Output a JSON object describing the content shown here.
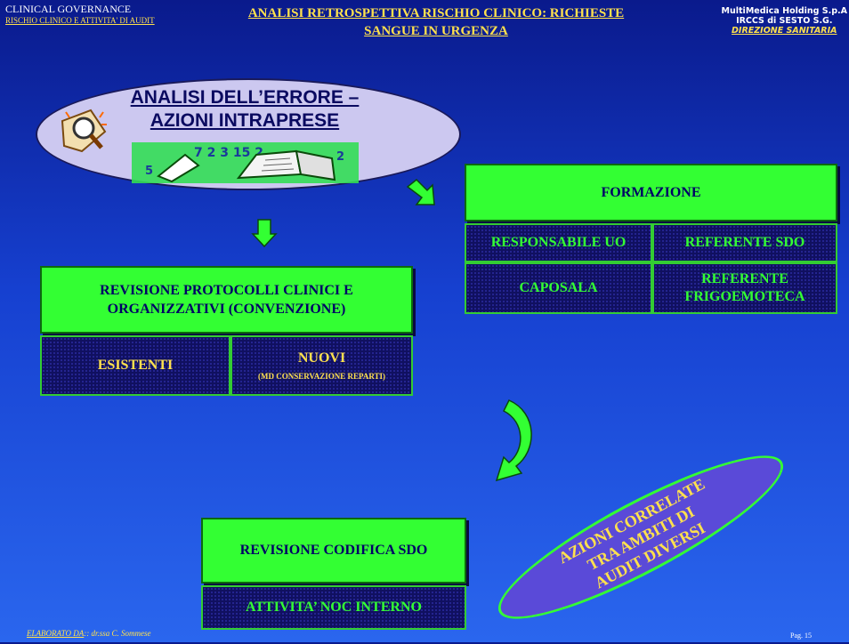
{
  "header": {
    "left_title": "CLINICAL GOVERNANCE",
    "left_subtitle": "RISCHIO CLINICO E ATTIVITA' DI AUDIT",
    "title_line1": "ANALISI RETROSPETTIVA RISCHIO CLINICO: RICHIESTE",
    "title_line2": "SANGUE IN URGENZA",
    "org_line1": "MultiMedica Holding S.p.A",
    "org_line2": "IRCCS di SESTO S.G.",
    "org_line3": "DIREZIONE SANITARIA"
  },
  "analysis": {
    "line1": "ANALISI DELL’ERRORE –",
    "line2": "AZIONI INTRAPRESE"
  },
  "formazione": {
    "title": "FORMAZIONE",
    "cells": [
      "RESPONSABILE UO",
      "REFERENTE SDO",
      "CAPOSALA",
      "REFERENTE FRIGOEMOTECA"
    ]
  },
  "revisione": {
    "title": "REVISIONE PROTOCOLLI CLINICI E ORGANIZZATIVI (CONVENZIONE)",
    "esistenti": "ESISTENTI",
    "nuovi": "NUOVI",
    "nuovi_sub": "(MD CONSERVAZIONE REPARTI)"
  },
  "codifica": {
    "title": "REVISIONE CODIFICA SDO",
    "noc": "ATTIVITA’ NOC INTERNO"
  },
  "azioni": {
    "line1": "AZIONI CORRELATE",
    "line2": "TRA AMBITI DI",
    "line3": "AUDIT DIVERSI"
  },
  "footer": {
    "author_label": "ELABORATO DA",
    "author": ":: dr.ssa C. Sommese",
    "page": "Pag.  15"
  },
  "colors": {
    "accent": "#ffe14d",
    "green": "#33ff33",
    "dark": "#101060"
  }
}
